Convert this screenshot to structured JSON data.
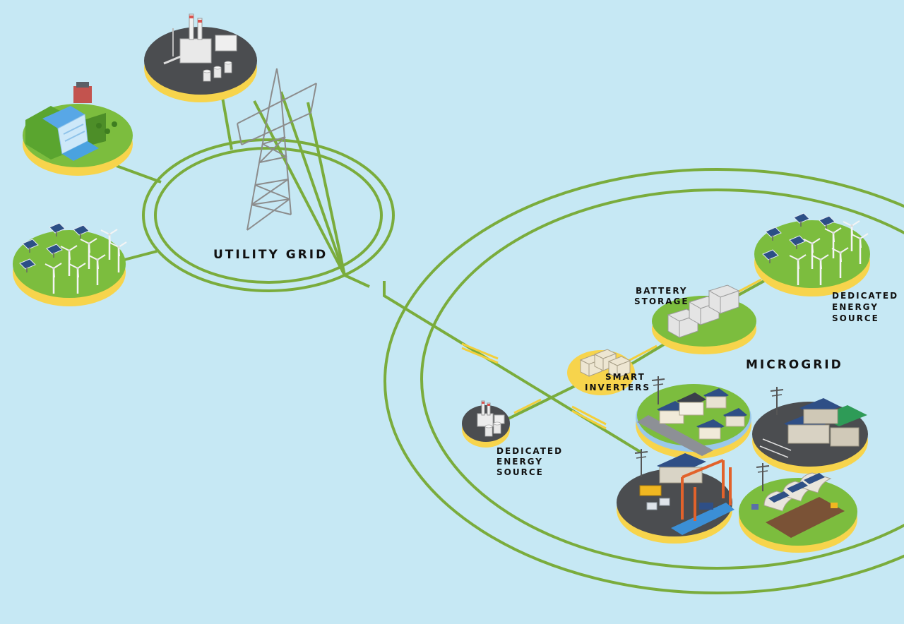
{
  "labels": {
    "utility_grid": "UTILITY GRID",
    "microgrid": "MICROGRID",
    "battery_storage": [
      "BATTERY",
      "STORAGE"
    ],
    "smart_inverters": [
      "SMART",
      "INVERTERS"
    ],
    "dedicated_source_right": [
      "DEDICATED",
      "ENERGY",
      "SOURCE"
    ],
    "dedicated_source_left": [
      "DEDICATED",
      "ENERGY",
      "SOURCE"
    ]
  },
  "colors": {
    "background": "#c6e8f4",
    "line_green": "#7aac3c",
    "platform_green": "#7cbd3e",
    "platform_dark": "#4b4d50",
    "platform_yellow": "#f7d44c",
    "arrow_yellow": "#f3cf3b"
  }
}
